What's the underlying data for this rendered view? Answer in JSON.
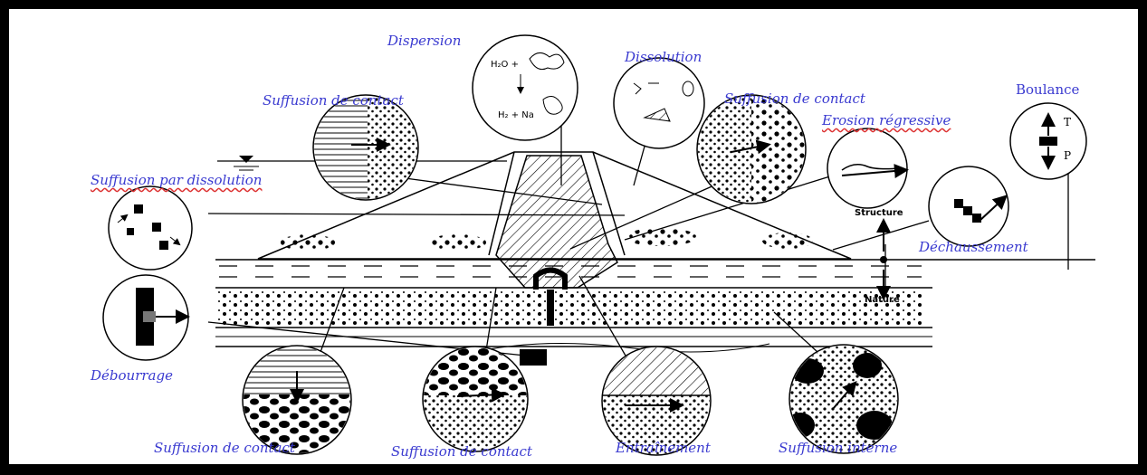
{
  "labels": {
    "dispersion": "Dispersion",
    "dissolution": "Dissolution",
    "suffusion_contact_top_left": "Suffusion de contact",
    "suffusion_contact_top_right": "Suffusion de contact",
    "erosion_regressive": "Erosion régressive",
    "boulance": "Boulance",
    "suffusion_dissolution": "Suffusion par dissolution",
    "dechaussement": "Déchaussement",
    "debourrage": "Débourrage",
    "suffusion_contact_bottom_1": "Suffusion de contact",
    "suffusion_contact_bottom_2": "Suffusion de contact",
    "entrainement": "Entraînement",
    "suffusion_interne": "Suffusion interne"
  },
  "axis": {
    "structure": "Structure",
    "nature": "Nature"
  },
  "boulance_letters": {
    "top": "T",
    "bottom": "P"
  },
  "dispersion_formula": {
    "line1": "H₂O +",
    "line2": "H₂ + Na"
  },
  "colors": {
    "label": "#3a3ad0",
    "ink": "#000000",
    "background": "#ffffff",
    "frame": "#000000"
  }
}
